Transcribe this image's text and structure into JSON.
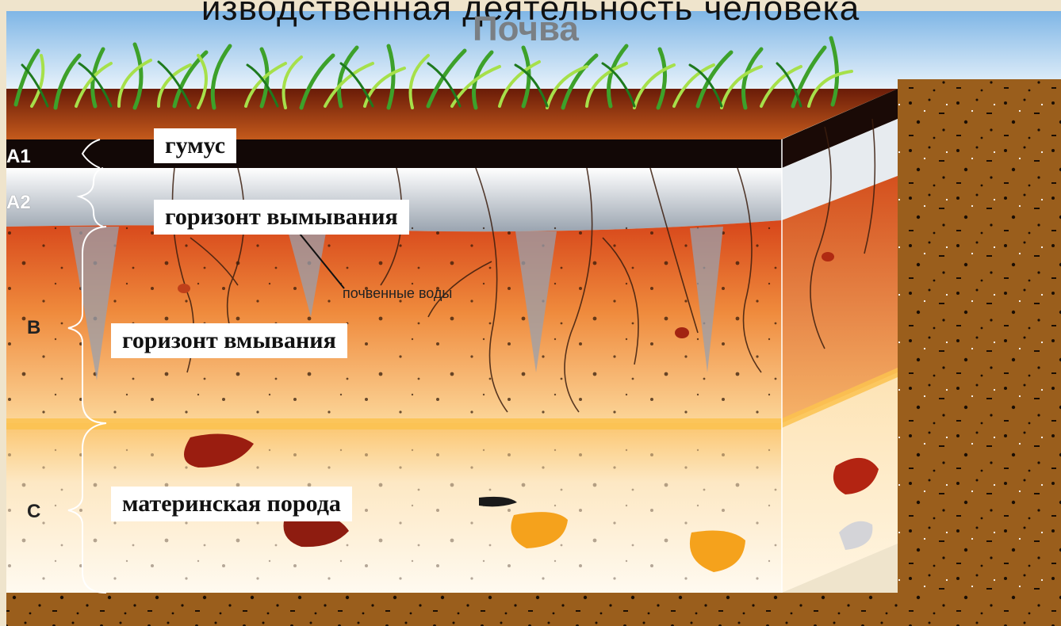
{
  "slide_title": "изводственная деятельность человека",
  "diagram": {
    "title": "Почва",
    "horizons": [
      {
        "code": "A1",
        "label": "гумус"
      },
      {
        "code": "A2",
        "label": "горизонт вымывания"
      },
      {
        "code": "B",
        "label": "горизонт вмывания"
      },
      {
        "code": "C",
        "label": "материнская порода"
      }
    ],
    "annotation": "почвенные воды"
  }
}
